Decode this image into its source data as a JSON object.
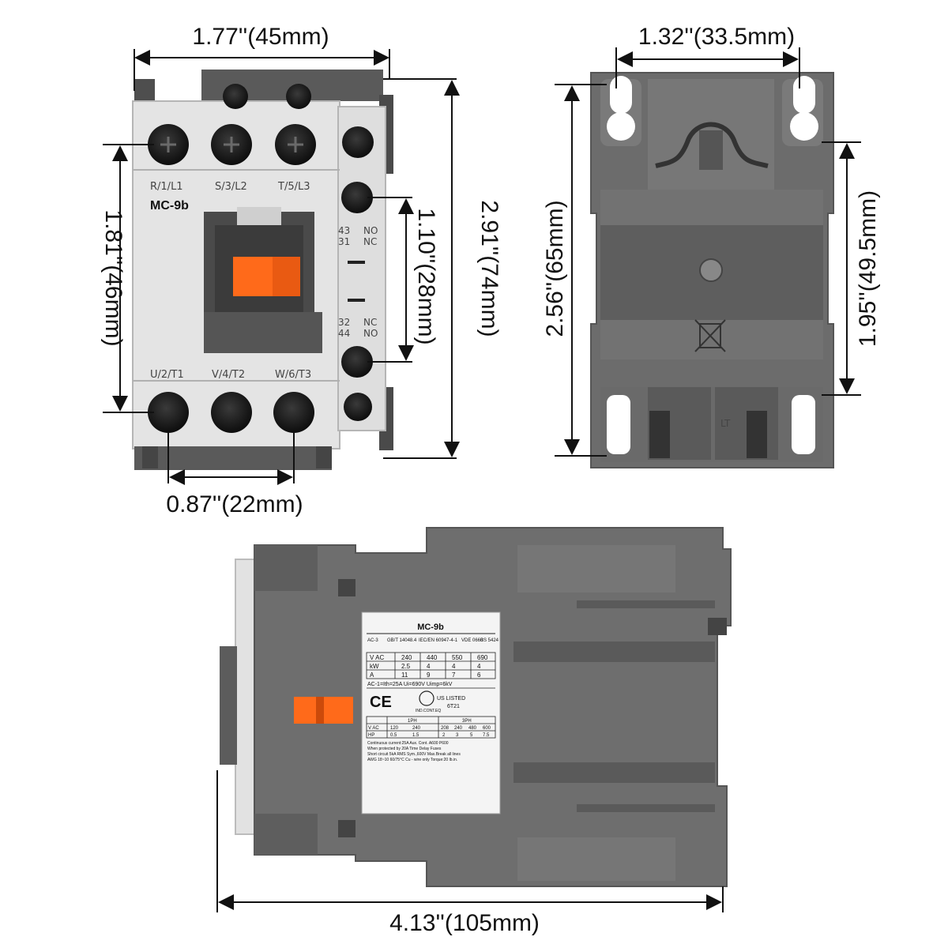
{
  "colors": {
    "front_body": "#e6e6e6",
    "housing_dark": "#5f5f5f",
    "housing_mid": "#767676",
    "armature_orange": "#ff6a1a",
    "screw_black": "#1e1e1e",
    "dimension_line": "#111111"
  },
  "dimensions": {
    "front_width": "1.77''(45mm)",
    "front_height_total": "2.91''(74mm)",
    "front_terminal_vertical": "1.81''(46mm)",
    "aux_terminal_vertical": "1.10''(28mm)",
    "terminal_pitch": "0.87''(22mm)",
    "back_hole_spacing": "1.32''(33.5mm)",
    "back_height": "2.56''(65mm)",
    "back_slot_vertical": "1.95''(49.5mm)",
    "side_length": "4.13''(105mm)"
  },
  "front_view": {
    "top_terminals": [
      "R/1/L1",
      "S/3/L2",
      "T/5/L3"
    ],
    "bottom_terminals": [
      "U/2/T1",
      "V/4/T2",
      "W/6/T3"
    ],
    "model": "MC-9b",
    "aux_top": [
      "43",
      "NO",
      "31",
      "NC"
    ],
    "aux_bottom": [
      "32",
      "NC",
      "44",
      "NO"
    ]
  },
  "back_view": {
    "din_mark": "LT"
  },
  "nameplate": {
    "model": "MC-9b",
    "std_row": [
      "AC-3",
      "GB/T 14048.4",
      "IEC/EN 60947-4-1",
      "VDE 0660",
      "BS 5424"
    ],
    "rating_rows": [
      [
        "V AC",
        "240",
        "440",
        "550",
        "690"
      ],
      [
        "kW",
        "2.5",
        "4",
        "4",
        "4"
      ],
      [
        "A",
        "11",
        "9",
        "7",
        "6"
      ]
    ],
    "ac1_line": "AC-1=Ith=25A Ui=690V Uimp=6kV",
    "ce_mark": "CE",
    "ul_text": "US LISTED",
    "ul_code": "6T21",
    "ind_cont": "IND.CONT.EQ",
    "phase_headers": [
      "1PH",
      "3PH"
    ],
    "vac_row": [
      "V AC",
      "120",
      "240",
      "208",
      "240",
      "480",
      "600"
    ],
    "hp_row": [
      "HP",
      "0.5",
      "1.5",
      "2",
      "3",
      "5",
      "7.5"
    ],
    "notes": [
      "Continuous current:25A   Aux. Cont. A600 P600",
      "When protected by 20A Time Delay Fuses",
      "Short circuit 5kA RMS Sym.,600V Max.Break all lines",
      "AWG 18~10 60/75°C Cu - wire only    Torque:20 lb.in."
    ]
  }
}
